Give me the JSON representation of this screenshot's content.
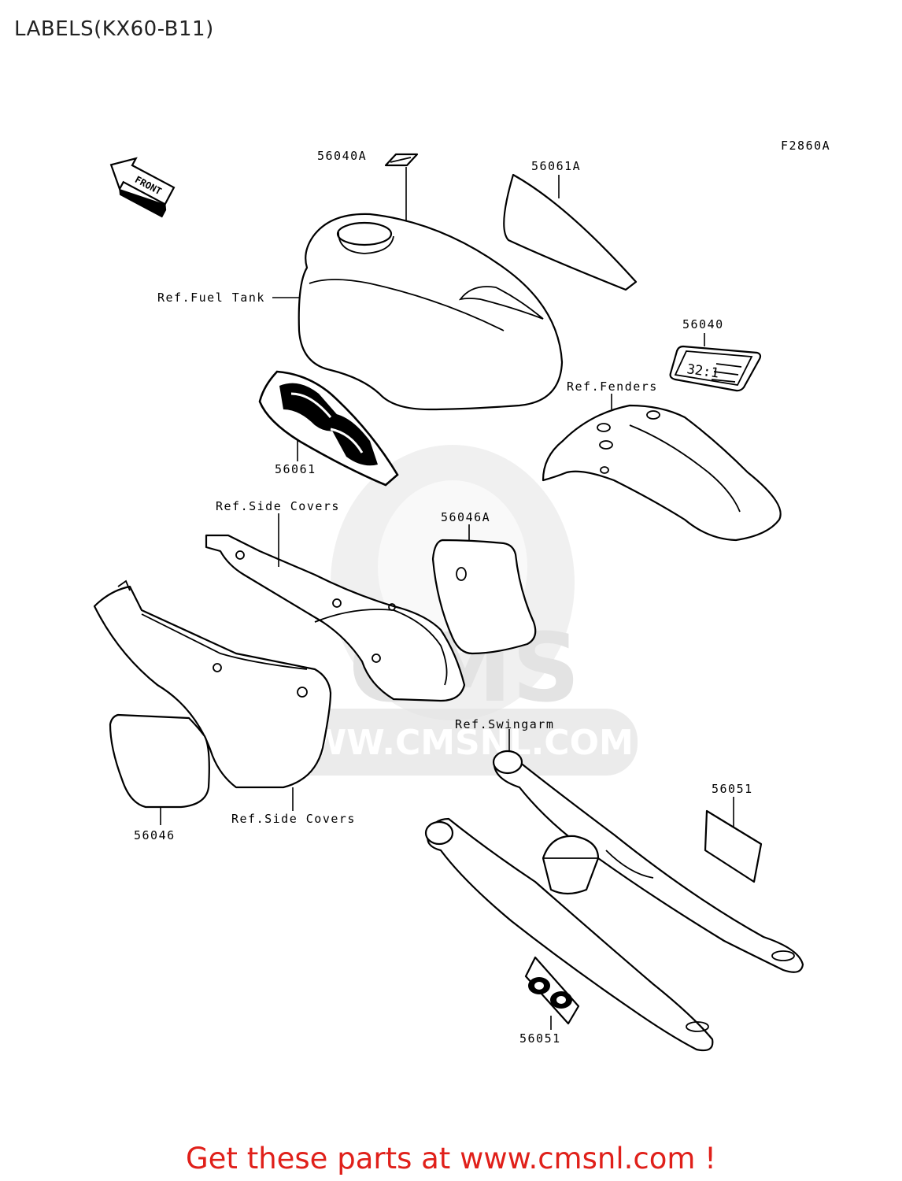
{
  "title": "LABELS(KX60-B11)",
  "figure_code": "F2860A",
  "front_arrow_label": "FRONT",
  "decal_text": "32:1",
  "watermark": {
    "brand": "CMS",
    "url": "WWW.CMSNL.COM"
  },
  "callouts": {
    "p56040A": "56040A",
    "p56061A": "56061A",
    "ref_fuel_tank": "Ref.Fuel Tank",
    "p56040": "56040",
    "ref_fenders": "Ref.Fenders",
    "p56061": "56061",
    "ref_side_covers_top": "Ref.Side Covers",
    "p56046A": "56046A",
    "ref_swingarm": "Ref.Swingarm",
    "p56051_right": "56051",
    "p56046": "56046",
    "ref_side_covers_bottom": "Ref.Side Covers",
    "p56051_bottom": "56051"
  },
  "footer": "Get these parts at www.cmsnl.com !"
}
